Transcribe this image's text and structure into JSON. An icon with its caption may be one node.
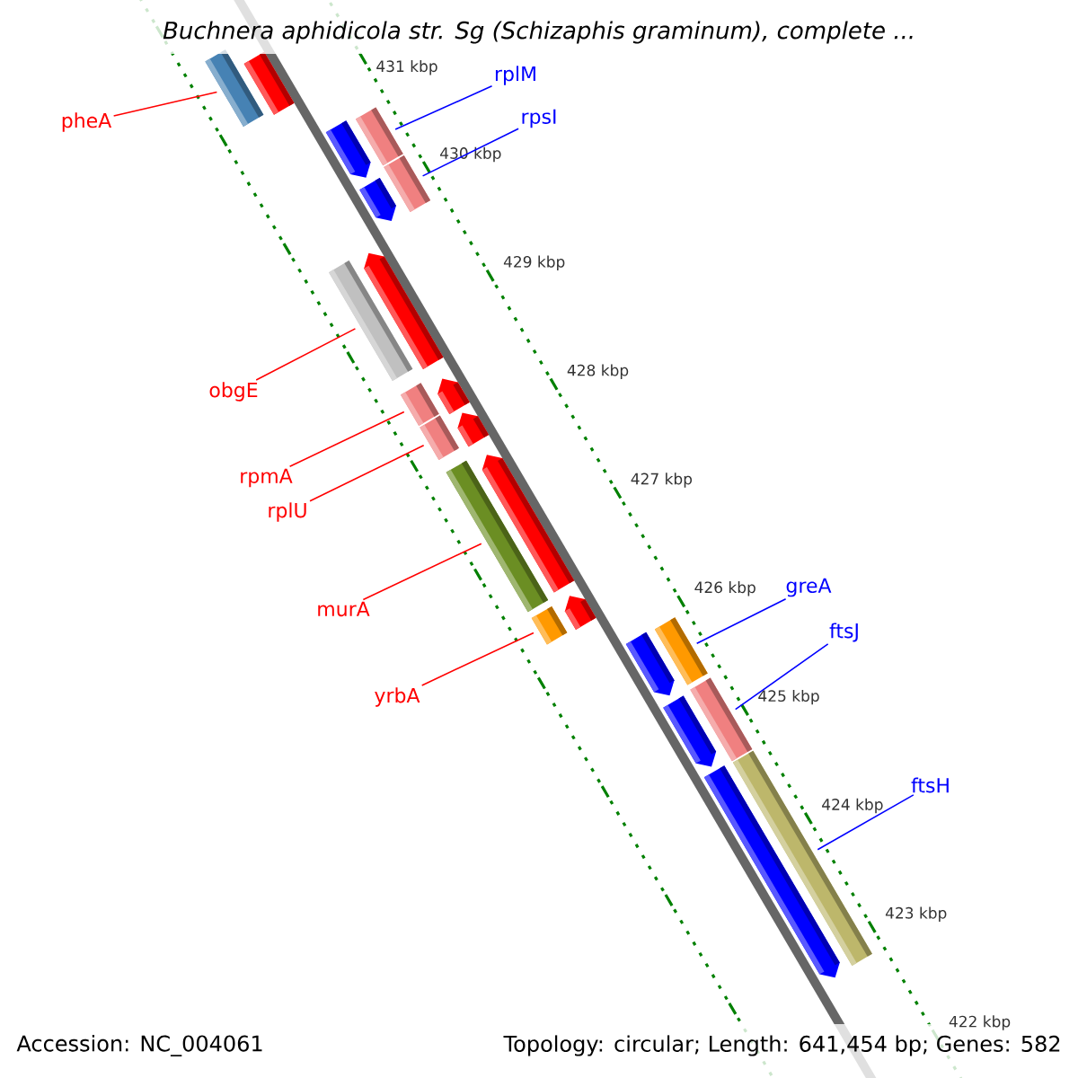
{
  "diagram": {
    "title": "Buchnera aphidicola str. Sg (Schizaphis graminum), complete ...",
    "nodes": [
      {
        "text": [
          "pheA"
        ]
      },
      {
        "text": [
          "rplM"
        ]
      },
      {
        "text": [
          "rpsI"
        ]
      },
      {
        "text": [
          "obgE"
        ]
      },
      {
        "text": [
          "rpmA"
        ]
      },
      {
        "text": [
          "rplU"
        ]
      },
      {
        "text": [
          "murA"
        ]
      },
      {
        "text": [
          "yrbA"
        ]
      },
      {
        "text": [
          "greA"
        ]
      },
      {
        "text": [
          "ftsJ"
        ]
      },
      {
        "text": [
          "ftsH"
        ]
      },
      {
        "text": [],
        "shape": "bar"
      },
      {
        "text": [],
        "shape": "arrow"
      },
      {
        "text": [],
        "shape": "arrow"
      },
      {
        "text": [],
        "shape": "bar"
      },
      {
        "text": [],
        "shape": "bar"
      },
      {
        "text": [],
        "shape": "arrow"
      },
      {
        "text": [],
        "shape": "bar"
      },
      {
        "text": [],
        "shape": "arrow"
      },
      {
        "text": [],
        "shape": "bar"
      },
      {
        "text": [],
        "shape": "arrow"
      },
      {
        "text": [],
        "shape": "bar"
      },
      {
        "text": [],
        "shape": "arrow"
      },
      {
        "text": [],
        "shape": "bar"
      },
      {
        "text": [],
        "shape": "arrow"
      },
      {
        "text": [],
        "shape": "bar"
      },
      {
        "text": [],
        "shape": "arrow"
      },
      {
        "text": [],
        "shape": "arrow"
      },
      {
        "text": [],
        "shape": "bar"
      },
      {
        "text": [],
        "shape": "arrow"
      },
      {
        "text": [],
        "shape": "bar"
      },
      {
        "text": [],
        "shape": "arrow"
      },
      {
        "text": [],
        "shape": "bar"
      }
    ],
    "edges": [
      {
        "from": 0,
        "to": 11,
        "arrow": "none"
      },
      {
        "from": 1,
        "to": 14,
        "arrow": "none",
        "color": "#0000ff"
      },
      {
        "from": 2,
        "to": 15,
        "arrow": "none",
        "color": "#0000ff"
      },
      {
        "from": 3,
        "to": 17,
        "arrow": "none"
      },
      {
        "from": 4,
        "to": 19,
        "arrow": "none"
      },
      {
        "from": 5,
        "to": 21,
        "arrow": "none"
      },
      {
        "from": 6,
        "to": 23,
        "arrow": "none"
      },
      {
        "from": 7,
        "to": 25,
        "arrow": "none"
      },
      {
        "from": 8,
        "to": 28,
        "arrow": "none",
        "color": "#0000ff"
      },
      {
        "from": 9,
        "to": 30,
        "arrow": "none",
        "color": "#0000ff"
      },
      {
        "from": 10,
        "to": 32,
        "arrow": "none",
        "color": "#0000ff"
      }
    ],
    "labels": [
      "431 kbp",
      "430 kbp",
      "429 kbp",
      "428 kbp",
      "427 kbp",
      "426 kbp",
      "425 kbp",
      "424 kbp",
      "423 kbp",
      "422 kbp",
      "Accession: NC_004061",
      "Topology: circular; Length: 641,454 bp; Genes: 582"
    ]
  }
}
